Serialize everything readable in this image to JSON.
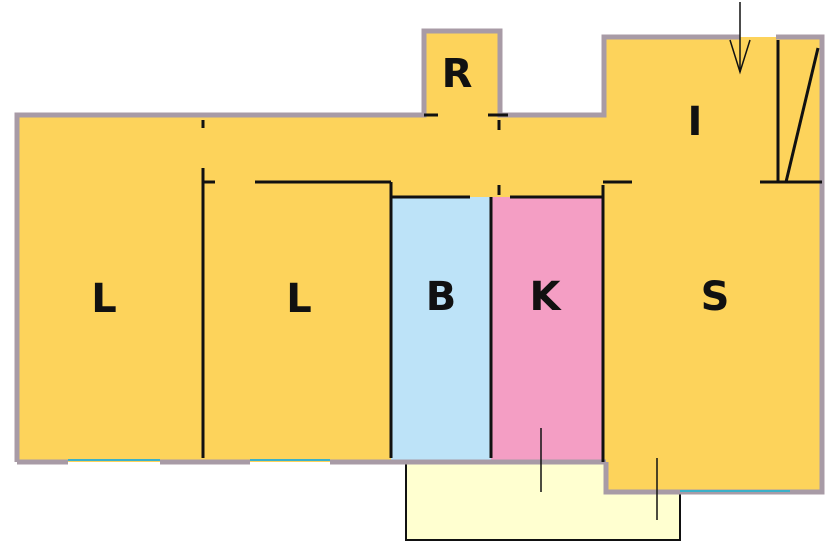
{
  "diagram": {
    "rooms": [
      {
        "id": "R",
        "label": "R",
        "kind": "utility",
        "fill_key": "living"
      },
      {
        "id": "I",
        "label": "I",
        "kind": "hall",
        "fill_key": "living"
      },
      {
        "id": "L1",
        "label": "L",
        "kind": "living",
        "fill_key": "living"
      },
      {
        "id": "L2",
        "label": "L",
        "kind": "living",
        "fill_key": "living"
      },
      {
        "id": "B",
        "label": "B",
        "kind": "bath",
        "fill_key": "bath"
      },
      {
        "id": "K",
        "label": "K",
        "kind": "kitchen",
        "fill_key": "kitchen"
      },
      {
        "id": "S",
        "label": "S",
        "kind": "living",
        "fill_key": "living"
      },
      {
        "id": "balcony",
        "label": "",
        "kind": "balcony",
        "fill_key": "balcony"
      }
    ],
    "colors": {
      "living": "#FDD35B",
      "bath": "#BDE3F8",
      "kitchen": "#F49EC4",
      "balcony": "#FFFFD0",
      "outer_wall": "#A89BA6",
      "inner_wall": "#111111",
      "window": "#3BB0C9",
      "background": "#FFFFFF"
    }
  }
}
